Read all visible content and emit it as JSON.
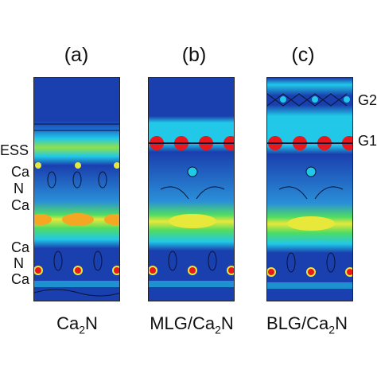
{
  "panels": [
    {
      "label": "(a)",
      "caption_main": "Ca",
      "caption_sub": "2",
      "caption_end": "N"
    },
    {
      "label": "(b)",
      "caption_main": "MLG/Ca",
      "caption_sub": "2",
      "caption_end": "N"
    },
    {
      "label": "(c)",
      "caption_main": "BLG/Ca",
      "caption_sub": "2",
      "caption_end": "N"
    }
  ],
  "left_labels": [
    "ESS",
    "Ca",
    "N",
    "Ca",
    "Ca",
    "N",
    "Ca"
  ],
  "right_labels": [
    "G2",
    "G1"
  ],
  "colors": {
    "background": "#1a3fae",
    "contour": "#0a1436",
    "cyan": "#21c8e8",
    "green": "#4fdc62",
    "yellow": "#e8e83a",
    "orange": "#f5a623",
    "red": "#e8191e"
  }
}
